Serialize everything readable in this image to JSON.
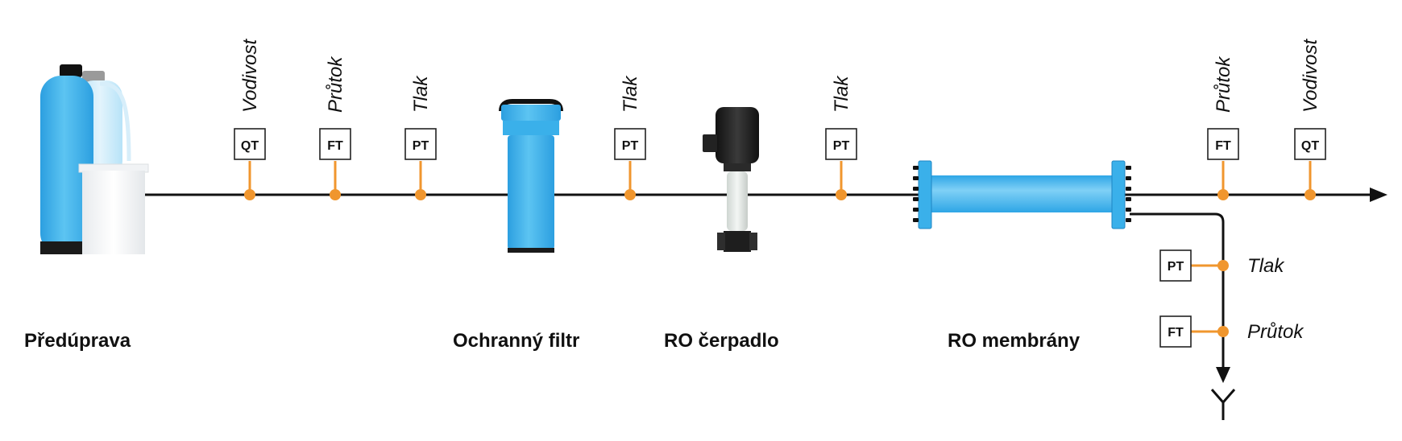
{
  "diagram": {
    "colors": {
      "pipe": "#111111",
      "sensor_tap": "#f0962e",
      "vessel_blue": "#3aaee8",
      "vessel_blue_light": "#8fd3f6",
      "vessel_dark": "#1a1a1a",
      "brine_tank": "#f2f4f6"
    },
    "captions": {
      "pretreatment": "Předúprava",
      "guard_filter": "Ochranný filtr",
      "ro_pump": "RO čerpadlo",
      "ro_membranes": "RO membrány"
    },
    "sensors": [
      {
        "code": "QT",
        "label": "Vodivost"
      },
      {
        "code": "FT",
        "label": "Průtok"
      },
      {
        "code": "PT",
        "label": "Tlak"
      },
      {
        "code": "PT",
        "label": "Tlak"
      },
      {
        "code": "PT",
        "label": "Tlak"
      },
      {
        "code": "FT",
        "label": "Průtok"
      },
      {
        "code": "QT",
        "label": "Vodivost"
      }
    ],
    "concentrate_sensors": [
      {
        "code": "PT",
        "label": "Tlak"
      },
      {
        "code": "FT",
        "label": "Průtok"
      }
    ],
    "icons": {
      "pretreatment": "water-softener-icon",
      "guard_filter": "cartridge-filter-icon",
      "ro_pump": "vertical-pump-icon",
      "ro_membranes": "membrane-housing-icon",
      "drain": "drain-icon"
    }
  }
}
